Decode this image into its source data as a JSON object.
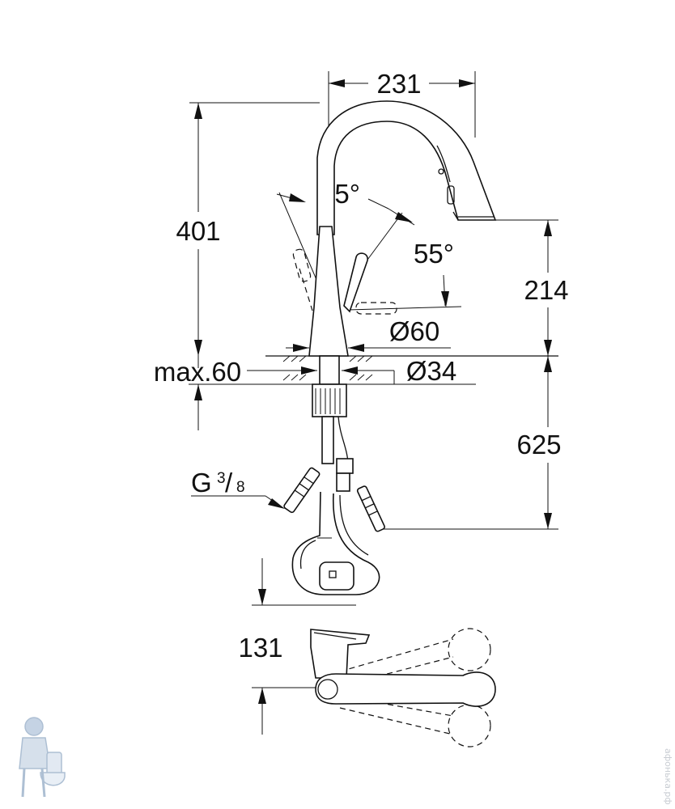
{
  "dimensions": {
    "spout_reach": "231",
    "total_height": "401",
    "swivel_angle_top": "55°",
    "swivel_angle_side": "55°",
    "outlet_height": "214",
    "base_diameter": "Ø60",
    "max_deck_thickness": "max.60",
    "hole_diameter": "Ø34",
    "hose_length": "625",
    "connection_thread": "G",
    "thread_fraction_num": "3",
    "thread_fraction_den": "8",
    "top_view_dim": "131"
  },
  "watermark": {
    "text": "афонька.рф",
    "icon": "plumber-mascot-icon"
  },
  "colors": {
    "line": "#111111",
    "mascot": "#9fb4cc",
    "watermark": "#c8ccd2"
  }
}
